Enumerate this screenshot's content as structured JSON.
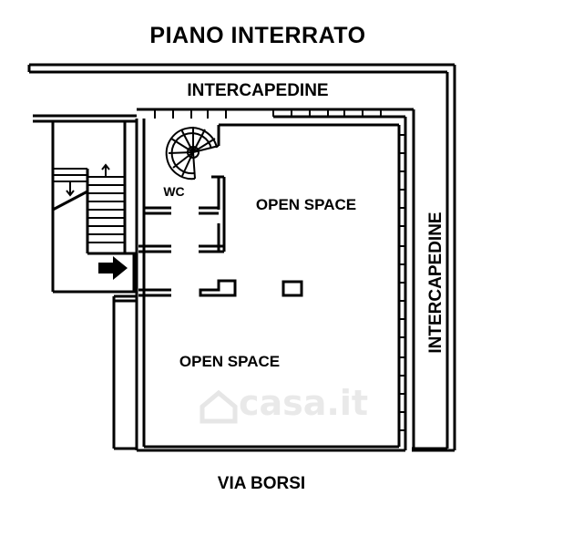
{
  "plan": {
    "title": "PIANO INTERRATO",
    "top_label": "INTERCAPEDINE",
    "right_label": "INTERCAPEDINE",
    "room_upper": "OPEN SPACE",
    "room_lower": "OPEN SPACE",
    "wc_label": "WC",
    "street_label": "VIA BORSI",
    "watermark": "casa.it"
  },
  "icons": {
    "entrance": "arrow-right-icon",
    "spiral_stair": "spiral-staircase-icon",
    "straight_stair": "staircase-icon",
    "watermark_house": "house-icon"
  },
  "colors": {
    "line": "#000000",
    "background": "#ffffff",
    "watermark": "#e9e9e9"
  }
}
